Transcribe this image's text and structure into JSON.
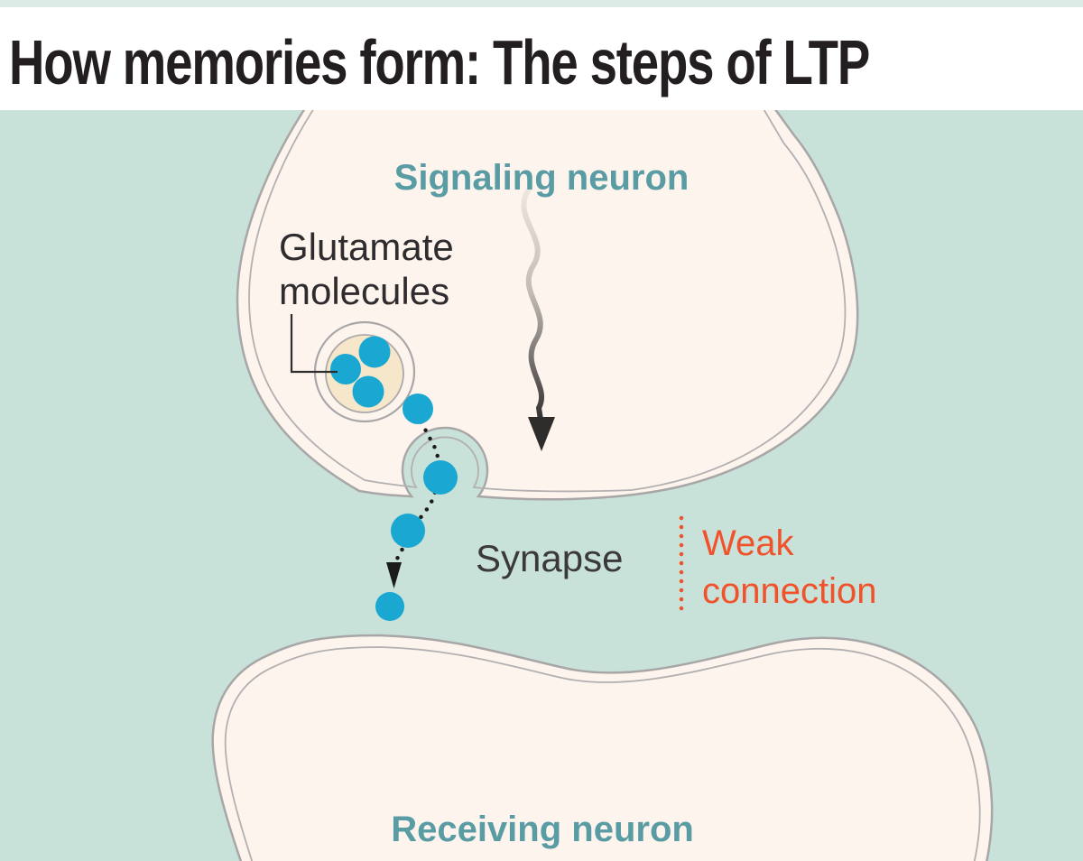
{
  "header": {
    "title": "How memories form: The steps of LTP"
  },
  "diagram": {
    "signaling_neuron": {
      "label": "Signaling neuron"
    },
    "receiving_neuron": {
      "label": "Receiving neuron"
    },
    "synapse": {
      "label": "Synapse"
    },
    "glutamate": {
      "label_line1": "Glutamate",
      "label_line2": "molecules",
      "molecules_visible": 7
    },
    "weak_connection": {
      "label_line1": "Weak",
      "label_line2": "connection"
    },
    "colors": {
      "background": "#C8E1D9",
      "top_strip": "#DCEBE6",
      "header_background": "#FFFFFF",
      "title_text": "#231F20",
      "neuron_fill": "#FDF4ED",
      "neuron_outline": "#A8A6A7",
      "vesicle_fill": "#F7E7CA",
      "glutamate_molecule": "#1AA7D1",
      "neuron_label_text": "#5A9CA4",
      "weak_connection_text": "#F0522B",
      "dark_label_text": "#2E2C2E"
    }
  }
}
